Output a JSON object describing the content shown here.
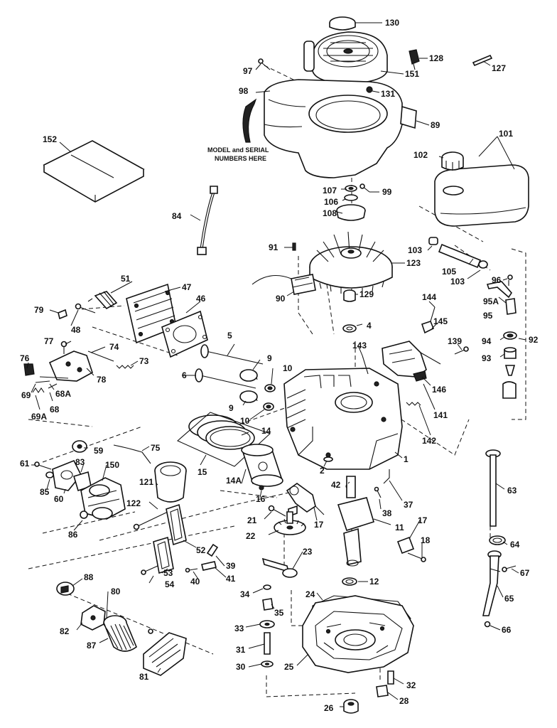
{
  "note": {
    "line1": "MODEL and SERIAL",
    "line2": "NUMBERS HERE"
  },
  "labels": {
    "p130": "130",
    "p128": "128",
    "p127": "127",
    "p97": "97",
    "p151": "151",
    "p98": "98",
    "p131": "131",
    "p89": "89",
    "p152": "152",
    "p101": "101",
    "p102": "102",
    "p107": "107",
    "p99": "99",
    "p106": "106",
    "p108": "108",
    "p84": "84",
    "p91": "91",
    "p103a": "103",
    "p123": "123",
    "p105": "105",
    "p103b": "103",
    "p96": "96",
    "p95A": "95A",
    "p95": "95",
    "p51": "51",
    "p47": "47",
    "p46": "46",
    "p79": "79",
    "p48": "48",
    "p90": "90",
    "p129": "129",
    "p144": "144",
    "p145": "145",
    "p4": "4",
    "p92": "92",
    "p5": "5",
    "p77": "77",
    "p74": "74",
    "p143": "143",
    "p139": "139",
    "p94": "94",
    "p93": "93",
    "p76": "76",
    "p73": "73",
    "p78": "78",
    "p9a": "9",
    "p10a": "10",
    "p6": "6",
    "p69": "69",
    "p68A": "68A",
    "p68": "68",
    "p69A": "69A",
    "p146": "146",
    "p141": "141",
    "p9b": "9",
    "p10b": "10",
    "p142": "142",
    "p14": "14",
    "p75": "75",
    "p59": "59",
    "p61": "61",
    "p83": "83",
    "p150": "150",
    "p15": "15",
    "p1": "1",
    "p2": "2",
    "p85": "85",
    "p60": "60",
    "p121": "121",
    "p14A": "14A",
    "p42": "42",
    "p63": "63",
    "p16": "16",
    "p122": "122",
    "p86": "86",
    "p37": "37",
    "p38": "38",
    "p21": "21",
    "p17a": "17",
    "p11": "11",
    "p17b": "17",
    "p22": "22",
    "p52": "52",
    "p18": "18",
    "p39": "39",
    "p53": "53",
    "p40": "40",
    "p41": "41",
    "p64": "64",
    "p88": "88",
    "p23": "23",
    "p54": "54",
    "p80": "80",
    "p12": "12",
    "p67": "67",
    "p34": "34",
    "p24": "24",
    "p35": "35",
    "p65": "65",
    "p82": "82",
    "p33": "33",
    "p87": "87",
    "p66": "66",
    "p31": "31",
    "p30": "30",
    "p25": "25",
    "p81": "81",
    "p32": "32",
    "p28": "28",
    "p26": "26"
  }
}
